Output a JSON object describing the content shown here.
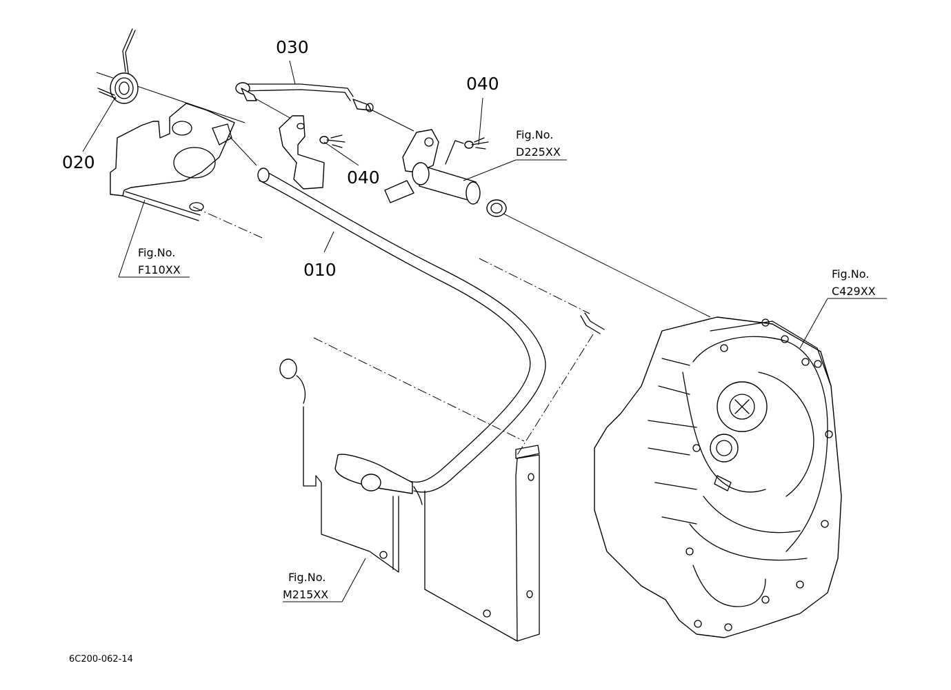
{
  "callouts": {
    "p010": "010",
    "p020": "020",
    "p030": "030",
    "p040a": "040",
    "p040b": "040"
  },
  "figrefs": {
    "f110": {
      "line1": "Fig.No.",
      "line2": "F110XX"
    },
    "d225": {
      "line1": "Fig.No.",
      "line2": "D225XX"
    },
    "c429": {
      "line1": "Fig.No.",
      "line2": "C429XX"
    },
    "m215": {
      "line1": "Fig.No.",
      "line2": "M215XX"
    }
  },
  "diagram_code": "6C200-062-14"
}
